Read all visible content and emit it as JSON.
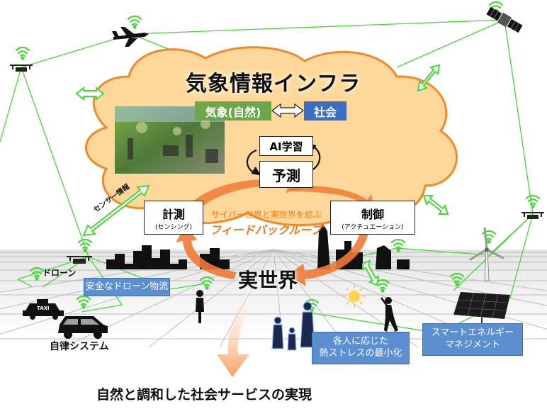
{
  "title": "気象情報インフラ",
  "weather_label": "気象(自然)",
  "society_label": "社会",
  "ai_label": "AI学習",
  "predict_label": "予測",
  "sensing": {
    "main": "計測",
    "sub": "(センシング)"
  },
  "control": {
    "main": "制御",
    "sub": "(アクチュエーション)"
  },
  "loop_caption": "サイバー世界と実世界を結ぶ",
  "loop_title": "フィードバックループ",
  "sensor_info": "センサー情報",
  "real_world": "実世界",
  "drone_label": "ドローン",
  "drone_callout": "安全なドローン物流",
  "autonomous_label": "自律システム",
  "heat_callout": [
    "各人に応じた",
    "熱ストレスの最小化"
  ],
  "energy_callout": [
    "スマートエネルギー",
    "マネジメント"
  ],
  "taxi_text": "TAXI",
  "bottom_caption": "自然と調和した社会サービスの実現",
  "colors": {
    "cloud_fill": "#fdd89a",
    "cloud_stroke": "#f28a2a",
    "weather_green": "#6ea64a",
    "society_blue": "#3a6fc4",
    "callout_blue": "#5b8fd0",
    "orange_arrow": "#ee7a35",
    "network_green": "#45d838",
    "loop_text": "#f27a1a"
  },
  "icons": [
    "drone-icon",
    "airplane-icon",
    "satellite-icon",
    "wifi-icon",
    "taxi-icon",
    "car-icon",
    "wind-turbine-icon",
    "solar-panel-icon",
    "sun-icon",
    "person-icon",
    "family-icon"
  ]
}
